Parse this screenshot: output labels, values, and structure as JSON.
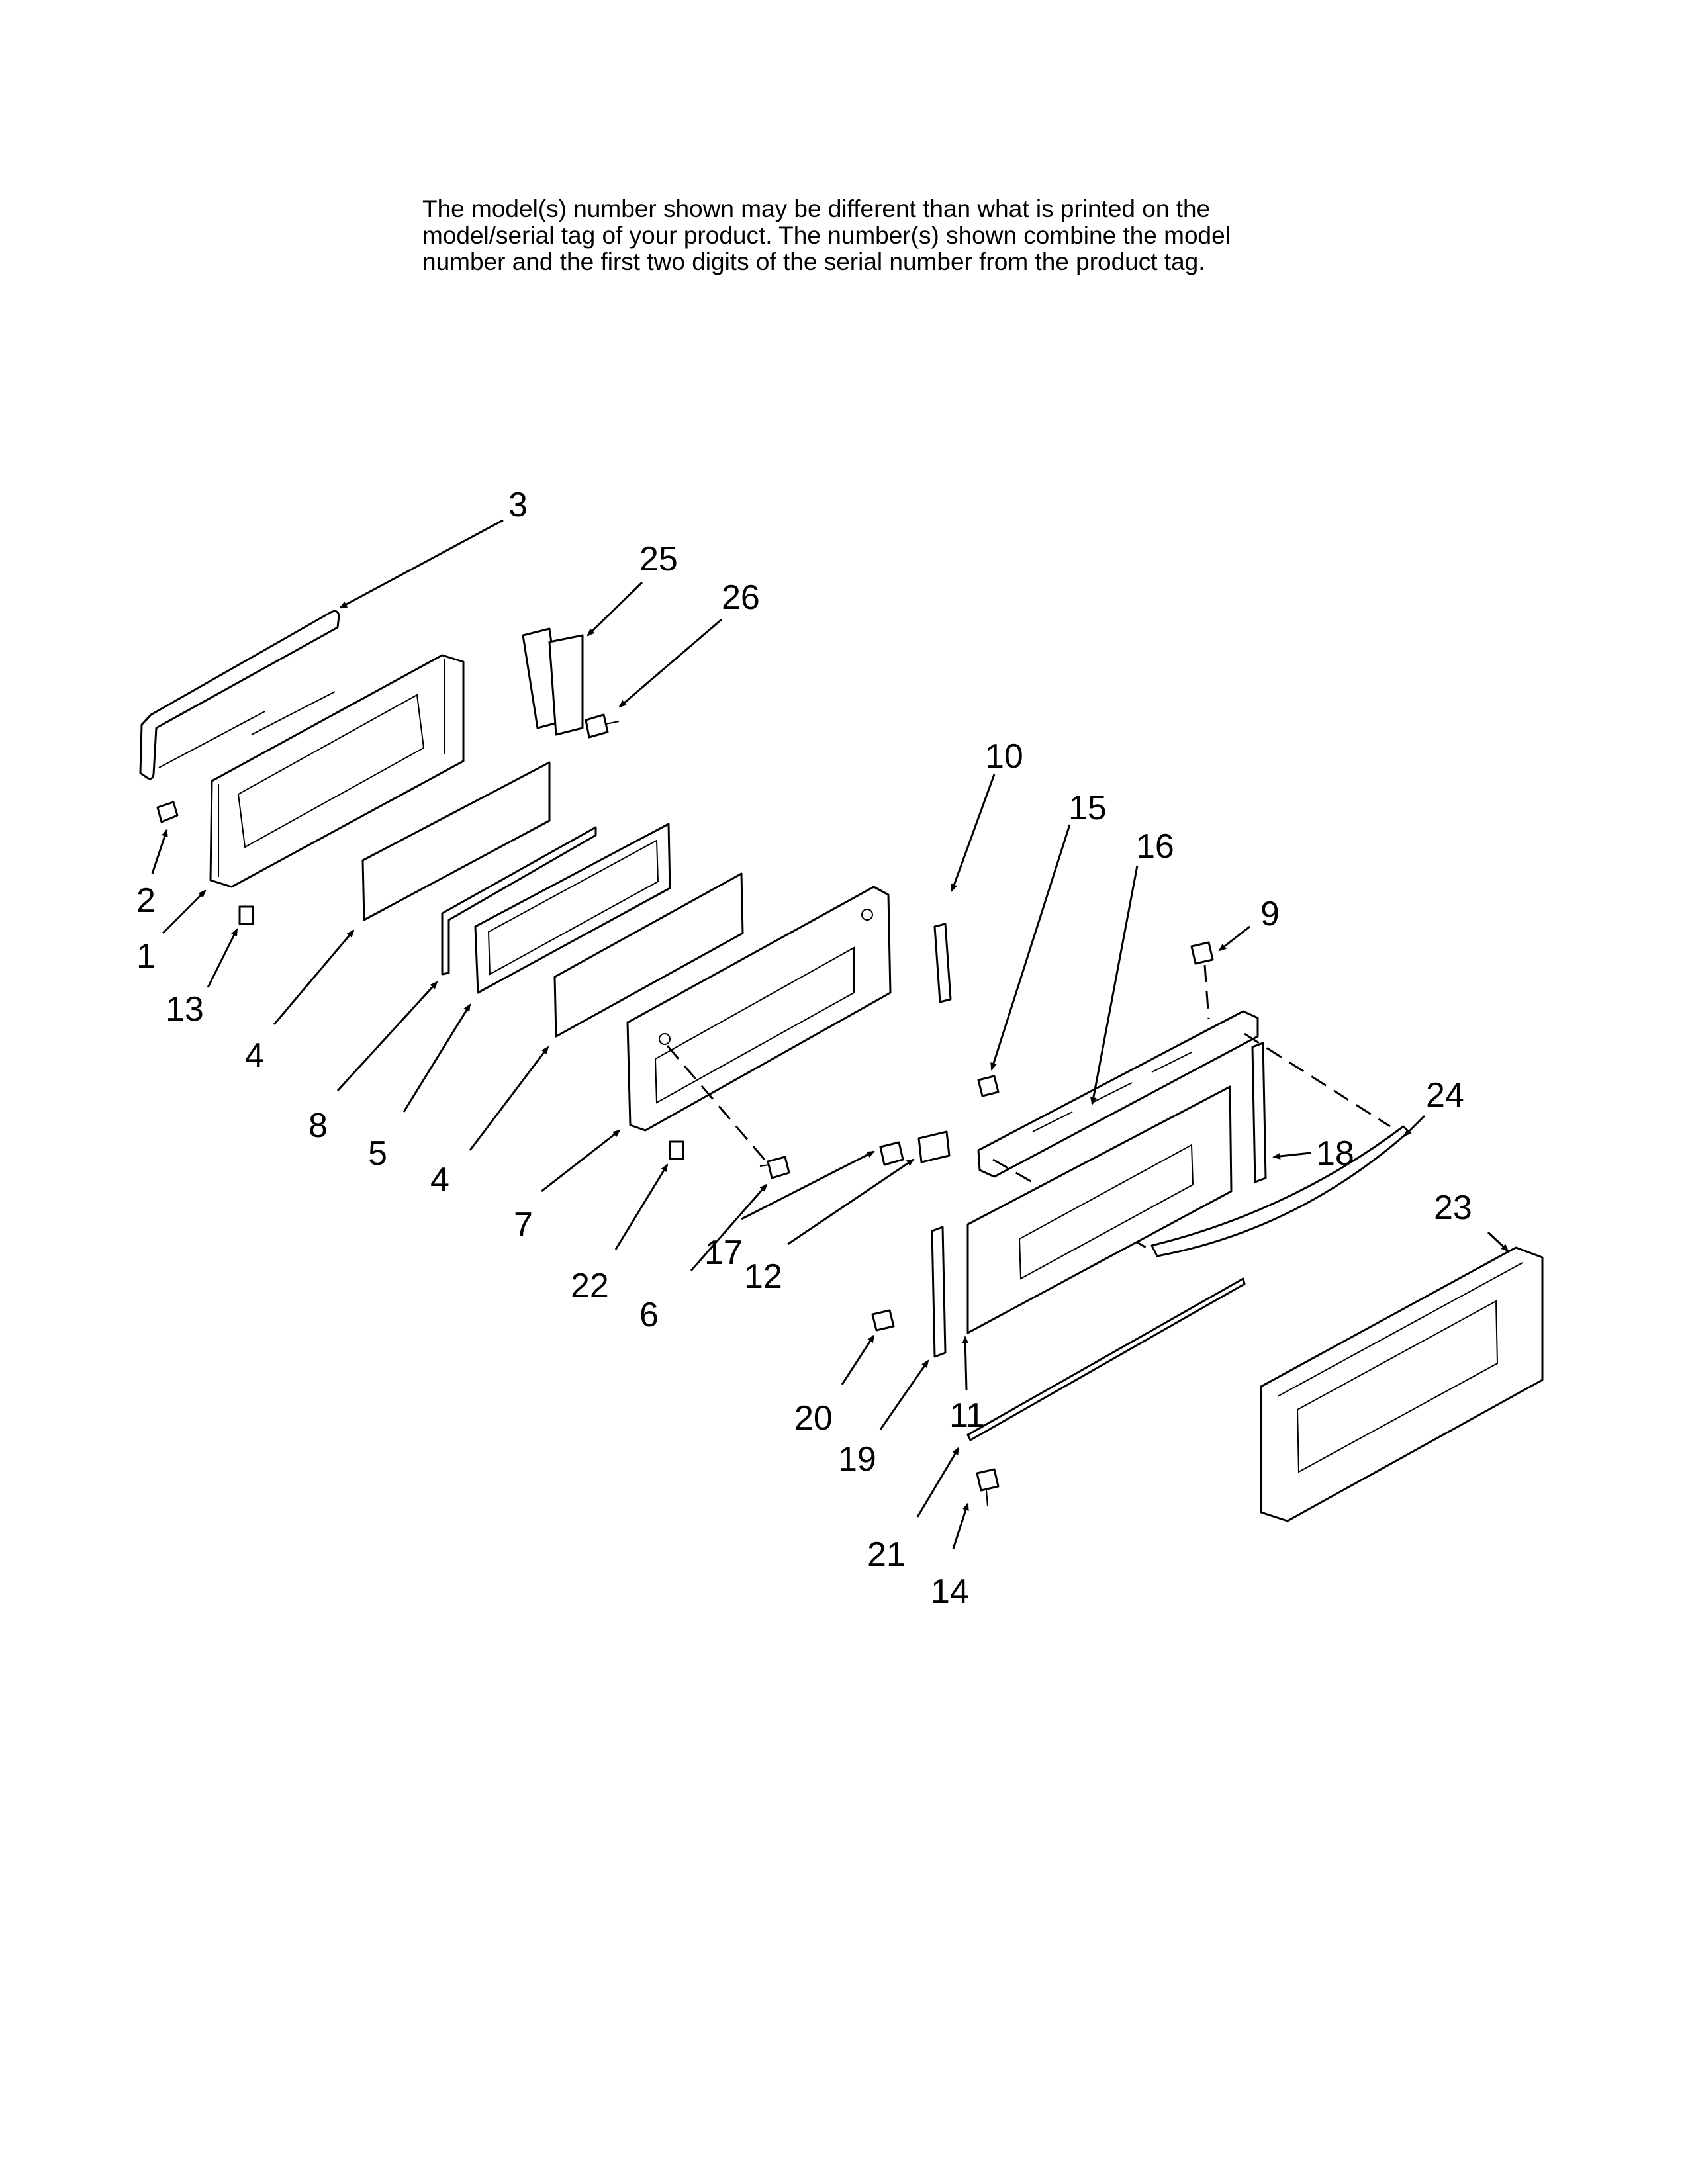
{
  "note": {
    "line1": "The model(s) number shown may be different than what is printed on the",
    "line2": "model/serial tag of your product. The number(s) shown combine the model",
    "line3": "number and the first two digits of the serial number from the product tag."
  },
  "callouts": {
    "c1": "1",
    "c2": "2",
    "c3": "3",
    "c4a": "4",
    "c4b": "4",
    "c5": "5",
    "c6": "6",
    "c7": "7",
    "c8": "8",
    "c9": "9",
    "c10": "10",
    "c11": "11",
    "c12": "12",
    "c13": "13",
    "c14": "14",
    "c15": "15",
    "c16": "16",
    "c17": "17",
    "c18": "18",
    "c19": "19",
    "c20": "20",
    "c21": "21",
    "c22": "22",
    "c23": "23",
    "c24": "24",
    "c25": "25",
    "c26": "26"
  }
}
